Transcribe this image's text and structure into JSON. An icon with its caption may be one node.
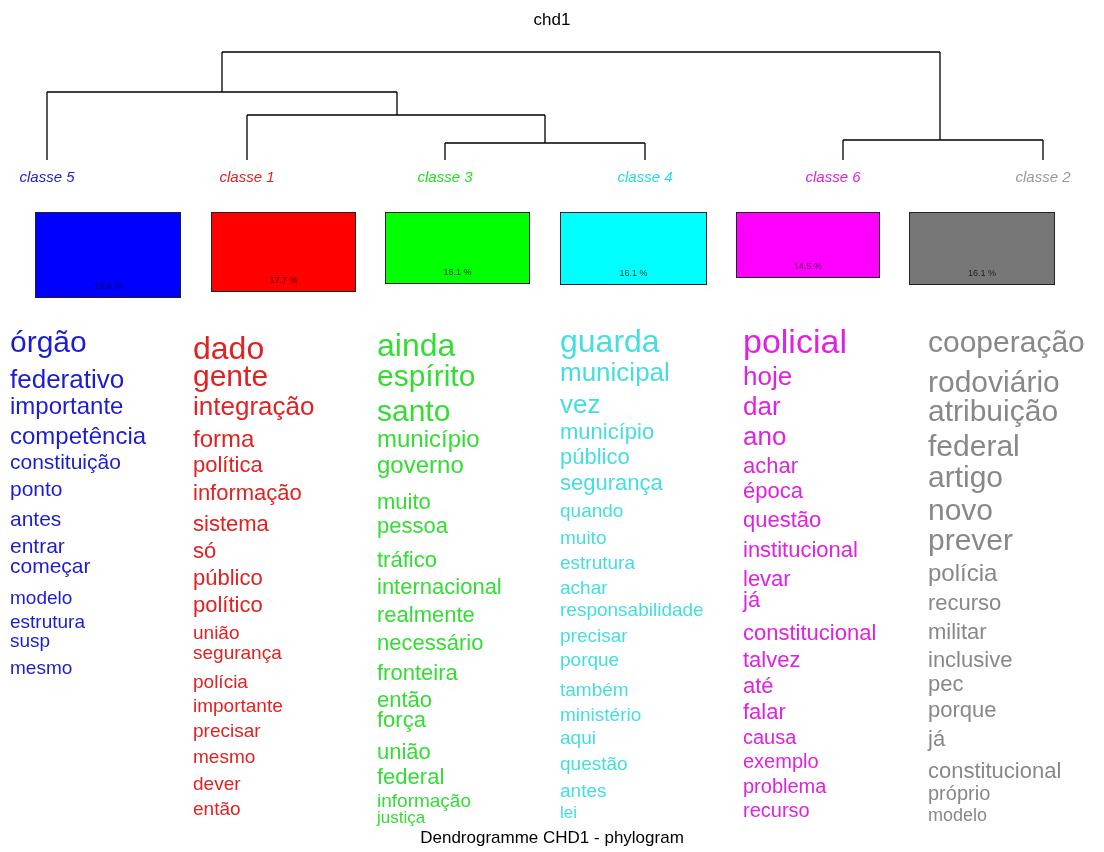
{
  "diagram": {
    "title": "chd1",
    "caption": "Dendrogramme CHD1 - phylogram",
    "nodes": [
      {
        "text": [
          "19.4 %"
        ]
      },
      {
        "text": [
          "17.7 %"
        ]
      },
      {
        "text": [
          "16.1 %"
        ]
      },
      {
        "text": [
          "16.1 %"
        ]
      },
      {
        "text": [
          "14.5 %"
        ]
      },
      {
        "text": [
          "16.1 %"
        ]
      }
    ],
    "labels": [
      "classe 5",
      "classe 1",
      "classe 3",
      "classe 4",
      "classe 6",
      "classe 2",
      "órgão",
      "federativo",
      "importante",
      "competência",
      "constituição",
      "ponto",
      "antes",
      "entrar",
      "começar",
      "modelo",
      "estrutura",
      "susp",
      "mesmo",
      "dado",
      "gente",
      "integração",
      "forma",
      "política",
      "informação",
      "sistema",
      "só",
      "público",
      "político",
      "união",
      "segurança",
      "polícia",
      "importante",
      "precisar",
      "mesmo",
      "dever",
      "então",
      "ainda",
      "espírito",
      "santo",
      "município",
      "governo",
      "muito",
      "pessoa",
      "tráfico",
      "internacional",
      "realmente",
      "necessário",
      "fronteira",
      "então",
      "força",
      "união",
      "federal",
      "informação",
      "justiça",
      "guarda",
      "municipal",
      "vez",
      "município",
      "público",
      "segurança",
      "quando",
      "muito",
      "estrutura",
      "achar",
      "responsabilidade",
      "precisar",
      "porque",
      "também",
      "ministério",
      "aqui",
      "questão",
      "antes",
      "lei",
      "policial",
      "hoje",
      "dar",
      "ano",
      "achar",
      "época",
      "questão",
      "institucional",
      "levar",
      "já",
      "constitucional",
      "talvez",
      "até",
      "falar",
      "causa",
      "exemplo",
      "problema",
      "recurso",
      "cooperação",
      "rodoviário",
      "atribuição",
      "federal",
      "artigo",
      "novo",
      "prever",
      "polícia",
      "recurso",
      "militar",
      "inclusive",
      "pec",
      "porque",
      "já",
      "constitucional",
      "próprio",
      "modelo"
    ]
  }
}
